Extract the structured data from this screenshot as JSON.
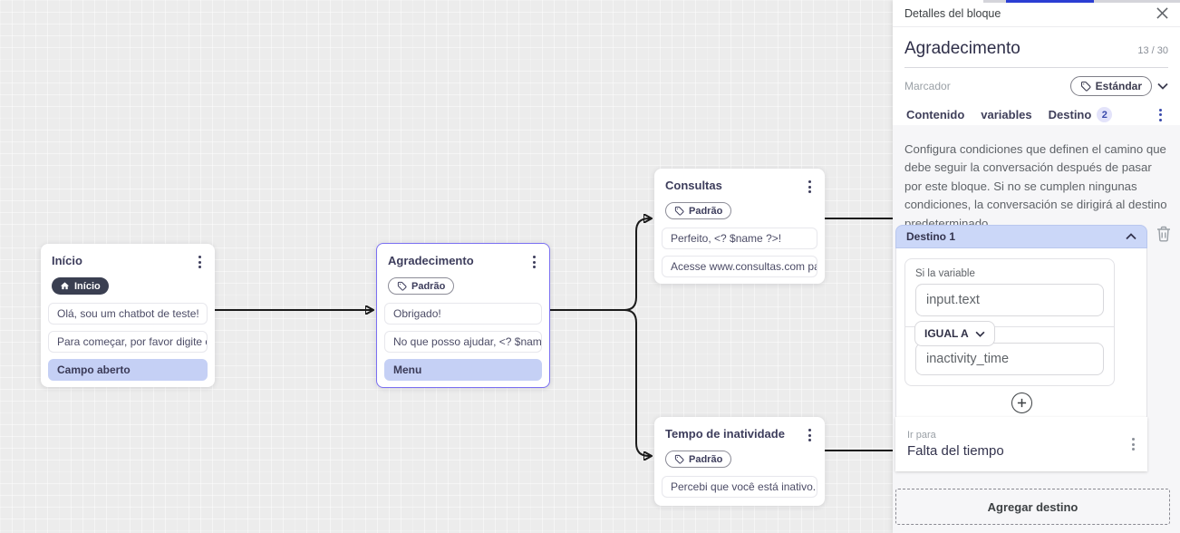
{
  "canvas": {
    "nodes": [
      {
        "title": "Início",
        "badge": {
          "icon": "home-icon",
          "label": "Início",
          "style": "dark"
        },
        "messages": [
          {
            "text": "Olá, sou um chatbot de teste!",
            "highlighted": false
          },
          {
            "text": "Para começar, por favor digite o ...",
            "highlighted": false
          },
          {
            "text": "Campo aberto",
            "highlighted": true
          }
        ]
      },
      {
        "title": "Agradecimento",
        "selected": true,
        "badge": {
          "icon": "tag-icon",
          "label": "Padrão",
          "style": "outline"
        },
        "messages": [
          {
            "text": "Obrigado!",
            "highlighted": false
          },
          {
            "text": "No que posso ajudar, <? $name ...",
            "highlighted": false
          },
          {
            "text": "Menu",
            "highlighted": true
          }
        ]
      },
      {
        "title": "Consultas",
        "badge": {
          "icon": "tag-icon",
          "label": "Padrão",
          "style": "outline"
        },
        "messages": [
          {
            "text": "Perfeito, <? $name ?>!",
            "highlighted": false
          },
          {
            "text": "Acesse www.consultas.com par...",
            "highlighted": false
          }
        ]
      },
      {
        "title": "Tempo de inatividade",
        "badge": {
          "icon": "tag-icon",
          "label": "Padrão",
          "style": "outline"
        },
        "messages": [
          {
            "text": "Percebi que você está inativo. C...",
            "highlighted": false
          }
        ]
      }
    ]
  },
  "panel": {
    "header": {
      "title": "Detalles del bloque",
      "close_icon": "x-icon"
    },
    "block": {
      "name": "Agradecimento",
      "char_counter": "13 / 30",
      "marker_label": "Marcador",
      "marker_value": "Estándar"
    },
    "tabs": [
      {
        "label": "Contenido",
        "active": false
      },
      {
        "label": "variables",
        "active": false
      },
      {
        "label": "Destino",
        "badge": "2",
        "active": true
      }
    ],
    "description": "Configura condiciones que definen el camino que debe seguir la conversación después de pasar por este bloque. Si no se cumplen ningunas condiciones, la conversación se dirigirá al destino predeterminado.",
    "destination": {
      "title": "Destino 1",
      "condition_label": "Si la variable",
      "variable_value": "input.text",
      "operator": "IGUAL A",
      "value": "inactivity_time",
      "go_to_label": "Ir para",
      "go_to_value": "Falta del tiempo"
    },
    "add_destination_label": "Agregar destino"
  },
  "colors": {
    "accent_blue": "#3949ab",
    "scroll_thumb": "#2b3ed3",
    "selection_purple": "#7b70f2",
    "highlight_row": "#c5d0f5",
    "destination_header_bg": "#cbd7f8",
    "edge_color": "#1b1b1b"
  }
}
